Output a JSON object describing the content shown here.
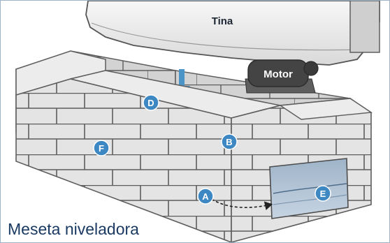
{
  "labels": {
    "tub": "Tina",
    "motor": "Motor",
    "title": "Meseta niveladora"
  },
  "markers": [
    {
      "id": "a",
      "letter": "A"
    },
    {
      "id": "b",
      "letter": "B"
    },
    {
      "id": "d",
      "letter": "D"
    },
    {
      "id": "e",
      "letter": "E"
    },
    {
      "id": "f",
      "letter": "F"
    }
  ],
  "colors": {
    "marker": "#3d87c3",
    "arrow": "#4a94c8",
    "wall": "#e4e4e4",
    "mortar": "#5d5d5d",
    "motor": "#444444",
    "title": "#1b3a63",
    "border": "#9fb3c8"
  }
}
